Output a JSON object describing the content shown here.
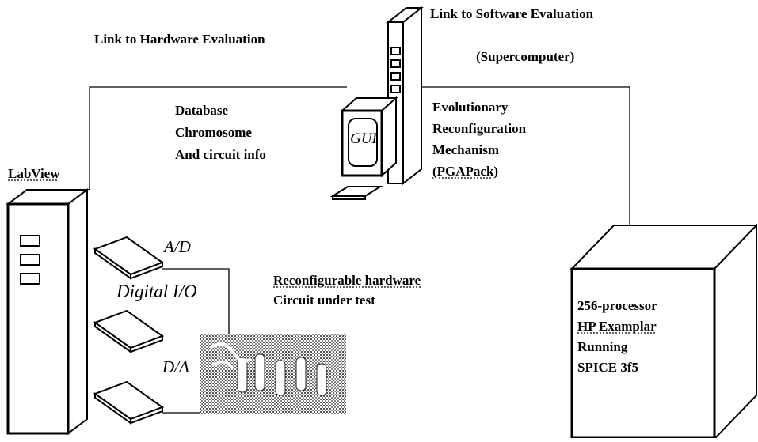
{
  "links": {
    "software": "Link to Software Evaluation",
    "hardware": "Link to Hardware Evaluation",
    "supercomputer": "(Supercomputer)"
  },
  "database": {
    "line1": "Database",
    "line2": "Chromosome",
    "line3": "And circuit info"
  },
  "gui_label": "GUI",
  "evolution": {
    "line1": "Evolutionary",
    "line2": "Reconfiguration",
    "line3": "Mechanism",
    "line4": "(PGAPack)"
  },
  "labview": "LabView",
  "io": {
    "ad": "A/D",
    "digital": "Digital I/O",
    "da": "D/A"
  },
  "hardware": {
    "line1": "Reconfigurable hardware",
    "line2": "Circuit under test"
  },
  "spice": {
    "line1": "256-processor",
    "line2": "HP Examplar",
    "line3": "Running",
    "line4": "SPICE 3f5"
  },
  "colors": {
    "ink": "#000000",
    "paper": "#ffffff",
    "board": "#9a9a9a"
  }
}
